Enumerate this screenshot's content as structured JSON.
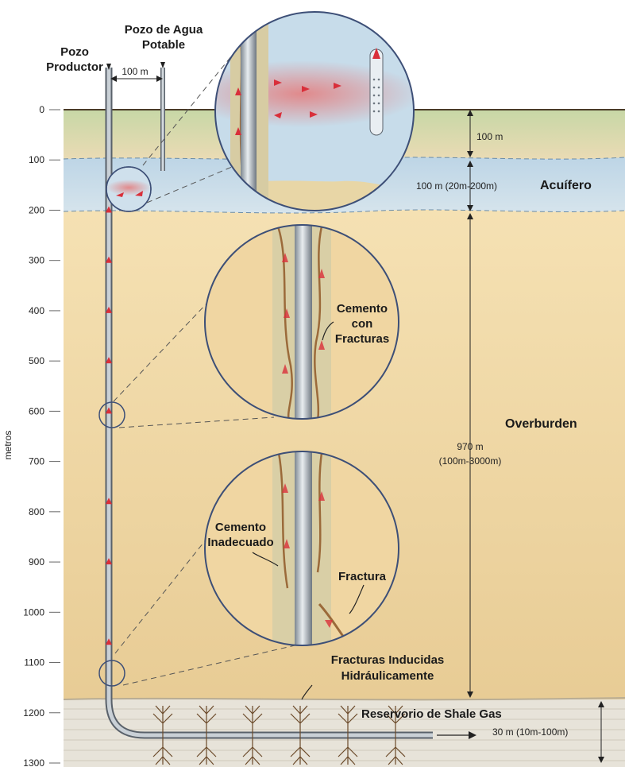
{
  "labels": {
    "pozo_productor_1": "Pozo",
    "pozo_productor_2": "Productor",
    "pozo_agua_1": "Pozo de Agua",
    "pozo_agua_2": "Potable",
    "dist_pozos": "100 m",
    "axis_label": "metros",
    "acuifero": "Acuífero",
    "overburden": "Overburden",
    "cemento_fracturas_1": "Cemento",
    "cemento_fracturas_2": "con",
    "cemento_fracturas_3": "Fracturas",
    "cemento_inadecuado_1": "Cemento",
    "cemento_inadecuado_2": "Inadecuado",
    "fractura": "Fractura",
    "fracturas_inducidas_1": "Fracturas Inducidas",
    "fracturas_inducidas_2": "Hidráulicamente",
    "reservorio": "Reservorio de Shale Gas"
  },
  "dimensions": {
    "top_layer": "100 m",
    "aquifer": "100 m (20m-200m)",
    "overburden_1": "970 m",
    "overburden_2": "(100m-3000m)",
    "reservoir": "30 m (10m-100m)"
  },
  "depth_axis": {
    "ticks": [
      "0",
      "100",
      "200",
      "300",
      "400",
      "500",
      "600",
      "700",
      "800",
      "900",
      "1000",
      "1100",
      "1200",
      "1300"
    ],
    "min": 0,
    "max": 1300,
    "unit": "metros"
  },
  "layers": [
    {
      "name": "surface",
      "from_m": 0,
      "to_m": 100
    },
    {
      "name": "aquifer",
      "from_m": 100,
      "to_m": 200
    },
    {
      "name": "overburden",
      "from_m": 200,
      "to_m": 1170
    },
    {
      "name": "reservoir",
      "from_m": 1170,
      "to_m": 1300
    }
  ],
  "colors": {
    "surface_green": "#c9d9a8",
    "aquifer_blue": "#bcd6e8",
    "overburden_tan": "#f0d8a6",
    "reservoir_grey": "#e6e2d8",
    "gas_red": "#d92f3a",
    "cement": "#d8cfa8",
    "casing": "#9aa4ad"
  }
}
